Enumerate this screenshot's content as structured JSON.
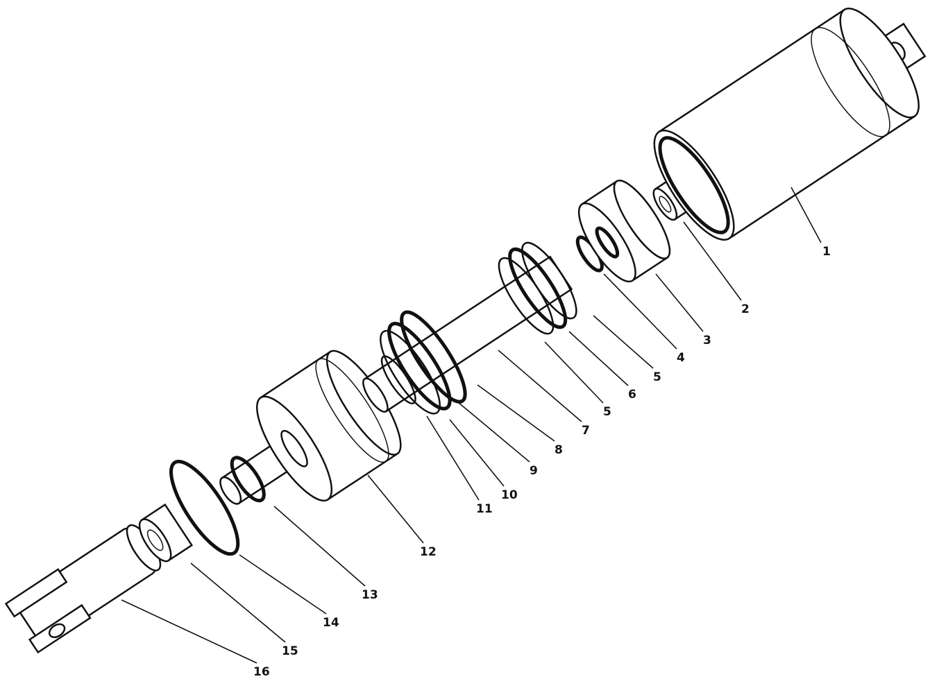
{
  "diagram": {
    "type": "exploded parts view",
    "callouts": [
      {
        "label": "1"
      },
      {
        "label": "2"
      },
      {
        "label": "3"
      },
      {
        "label": "4"
      },
      {
        "label": "5"
      },
      {
        "label": "6"
      },
      {
        "label": "5"
      },
      {
        "label": "7"
      },
      {
        "label": "8"
      },
      {
        "label": "9"
      },
      {
        "label": "10"
      },
      {
        "label": "11"
      },
      {
        "label": "12"
      },
      {
        "label": "13"
      },
      {
        "label": "14"
      },
      {
        "label": "15"
      },
      {
        "label": "16"
      }
    ],
    "line_color": "#111111",
    "background": "#ffffff"
  }
}
